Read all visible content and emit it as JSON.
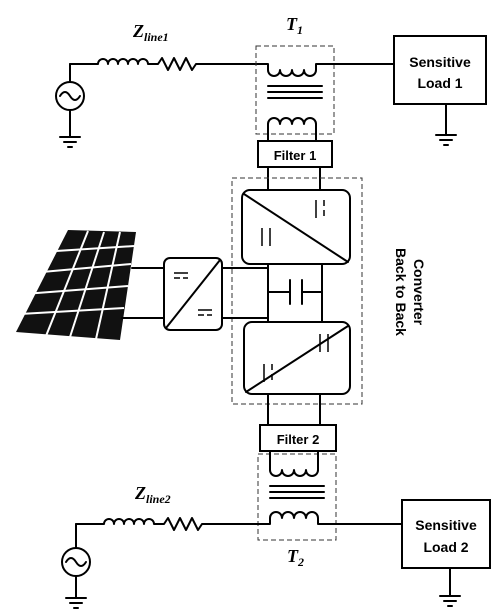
{
  "labels": {
    "zline1_main": "Z",
    "zline1_sub": "line1",
    "zline2_main": "Z",
    "zline2_sub": "line2",
    "t1_main": "T",
    "t1_sub": "1",
    "t2_main": "T",
    "t2_sub": "2",
    "load1_line1": "Sensitive",
    "load1_line2": "Load 1",
    "load2_line1": "Sensitive",
    "load2_line2": "Load 2",
    "filter1": "Filter 1",
    "filter2": "Filter 2",
    "converter_line1": "Back to Back",
    "converter_line2": "Converter"
  }
}
